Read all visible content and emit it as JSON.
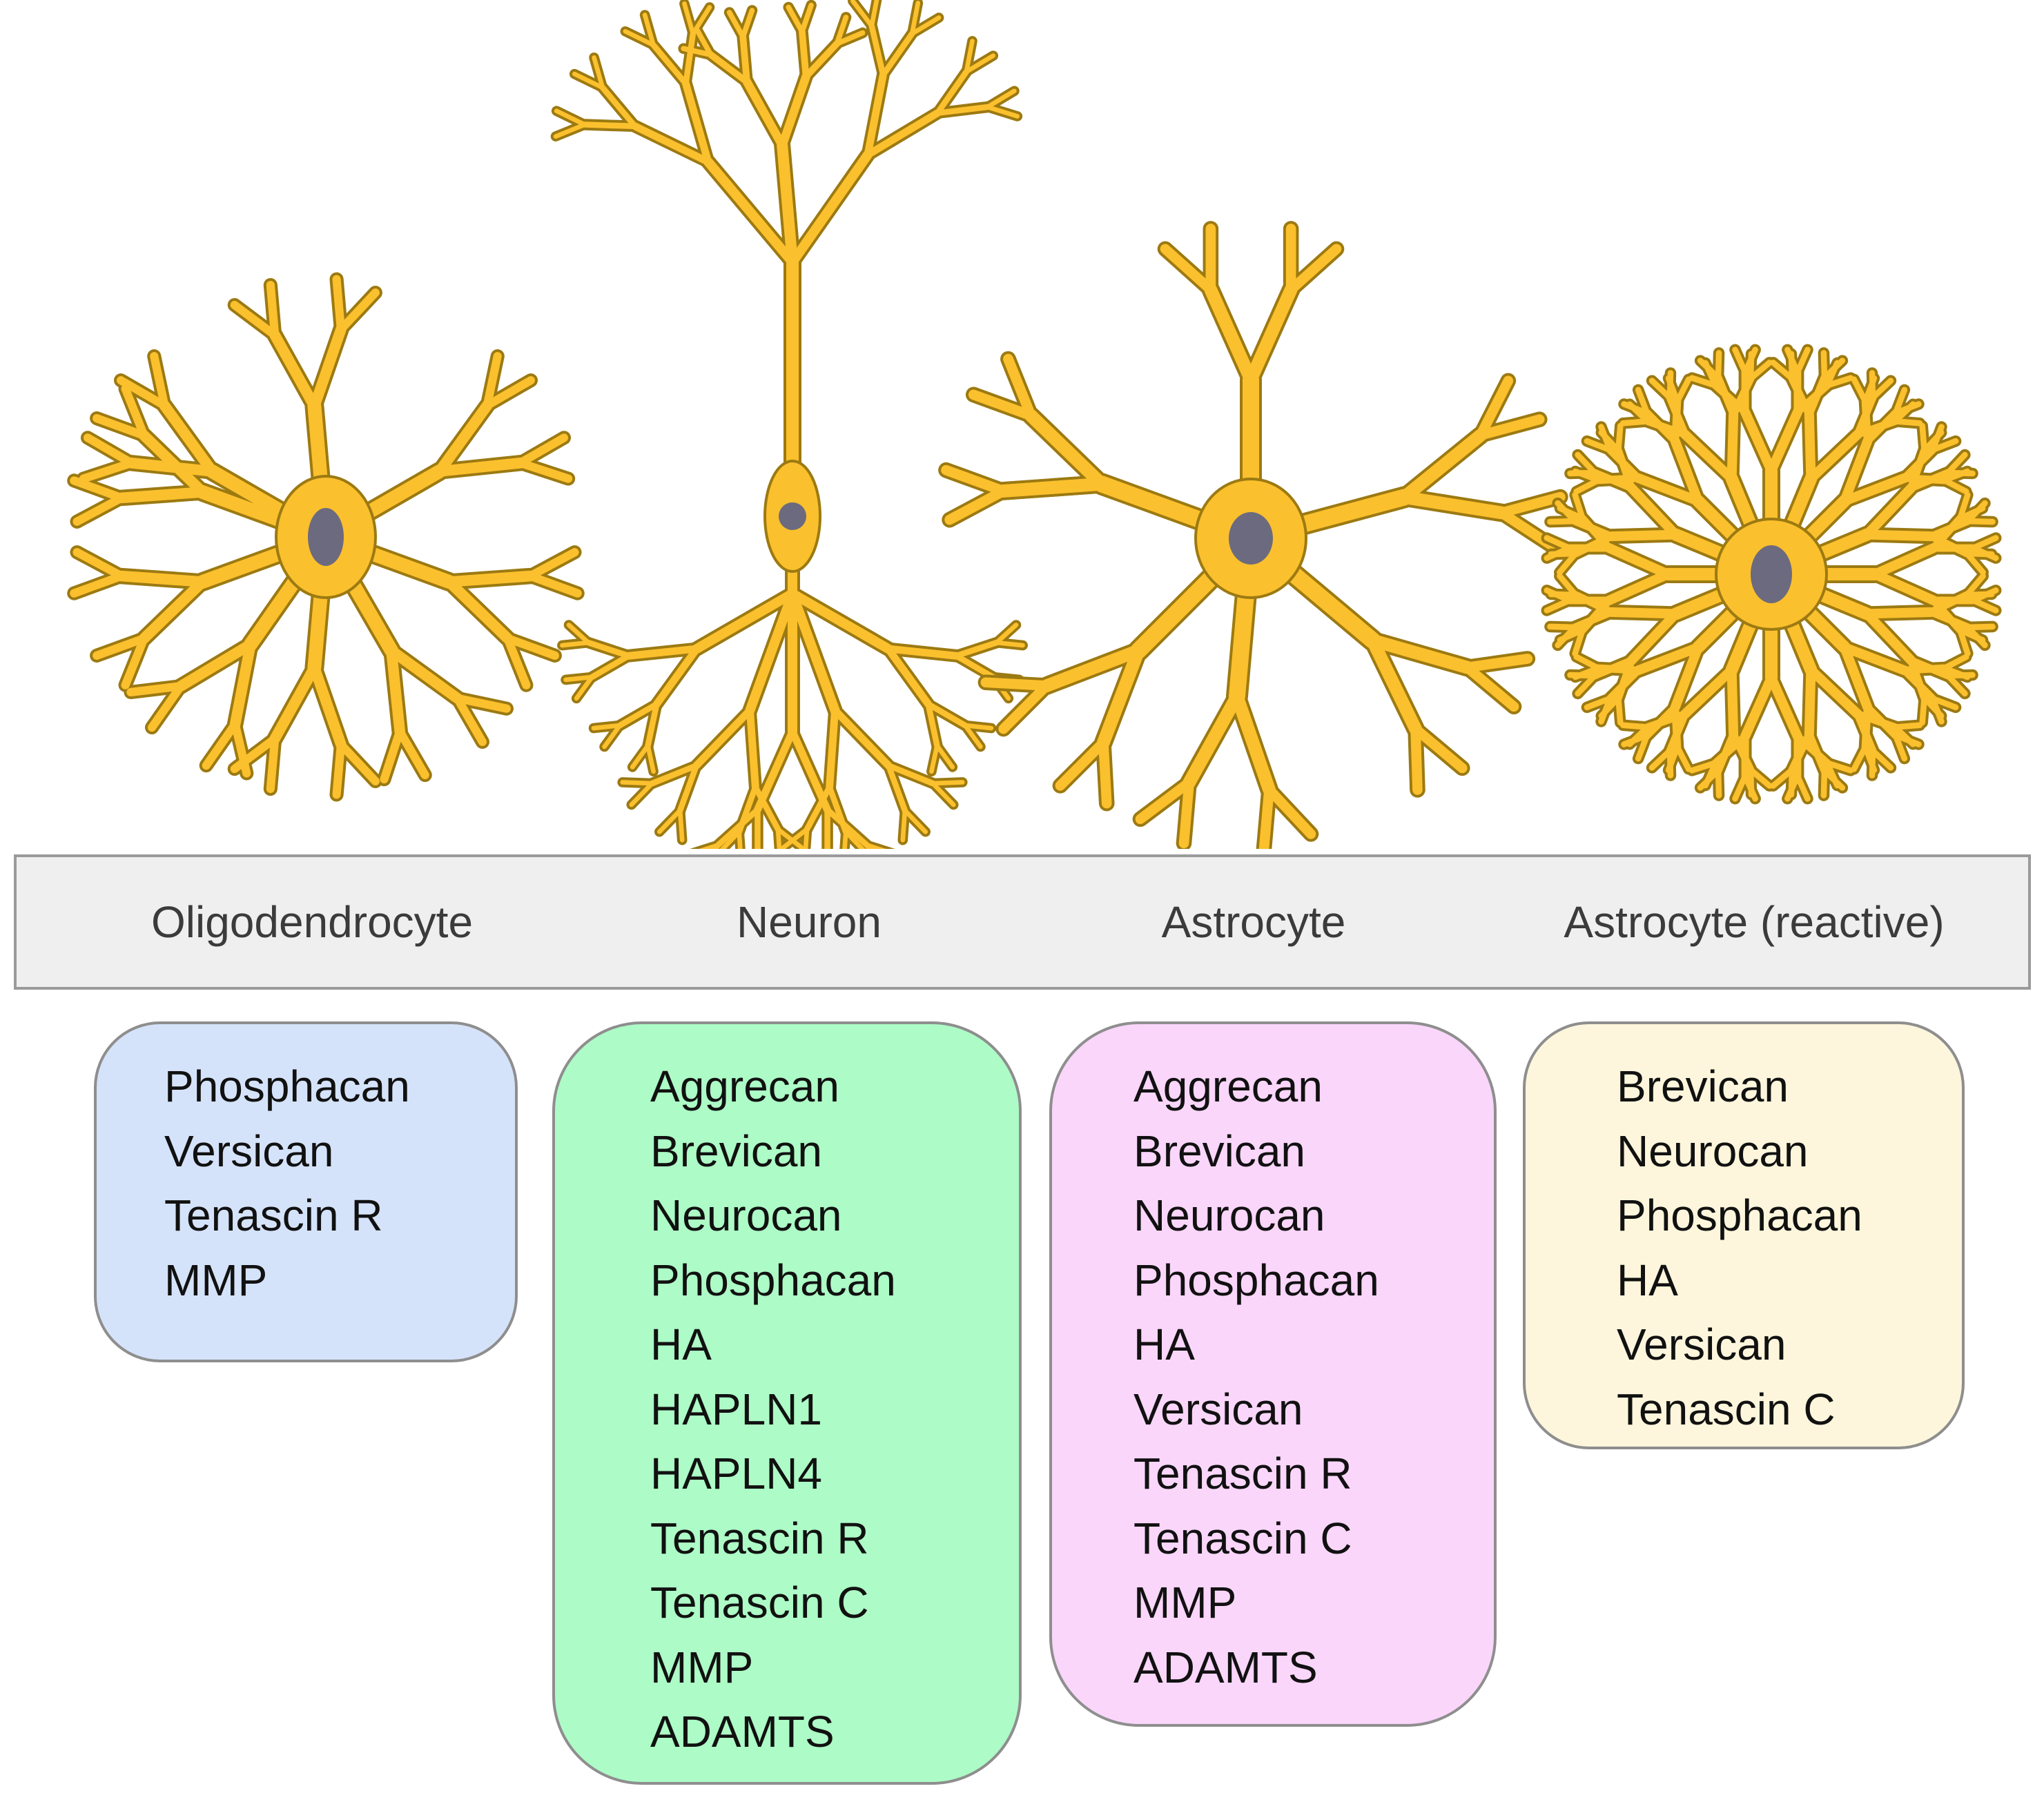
{
  "colors": {
    "cell_fill": "#FBC02D",
    "cell_outline": "#9C7A12",
    "nucleus": "#6C6A7E",
    "banner_bg": "#EFEFEF",
    "oligodendrocyte_box": "#D5E3FA",
    "neuron_box": "#ADFBC6",
    "astrocyte_box": "#FAD6FA",
    "astrocyte_reactive_box": "#FDF6DC"
  },
  "columns": [
    {
      "cell_type": "Oligodendrocyte",
      "icon": "oligodendrocyte-icon",
      "markers": [
        "Phosphacan",
        "Versican",
        "Tenascin R",
        "MMP"
      ]
    },
    {
      "cell_type": "Neuron",
      "icon": "neuron-icon",
      "markers": [
        "Aggrecan",
        "Brevican",
        "Neurocan",
        "Phosphacan",
        "HA",
        "HAPLN1",
        "HAPLN4",
        "Tenascin R",
        "Tenascin C",
        "MMP",
        "ADAMTS"
      ]
    },
    {
      "cell_type": "Astrocyte",
      "icon": "astrocyte-icon",
      "markers": [
        "Aggrecan",
        "Brevican",
        "Neurocan",
        "Phosphacan",
        "HA",
        "Versican",
        "Tenascin R",
        "Tenascin C",
        "MMP",
        "ADAMTS"
      ]
    },
    {
      "cell_type": "Astrocyte (reactive)",
      "icon": "reactive-astrocyte-icon",
      "markers": [
        "Brevican",
        "Neurocan",
        "Phosphacan",
        "HA",
        "Versican",
        "Tenascin C"
      ]
    }
  ]
}
